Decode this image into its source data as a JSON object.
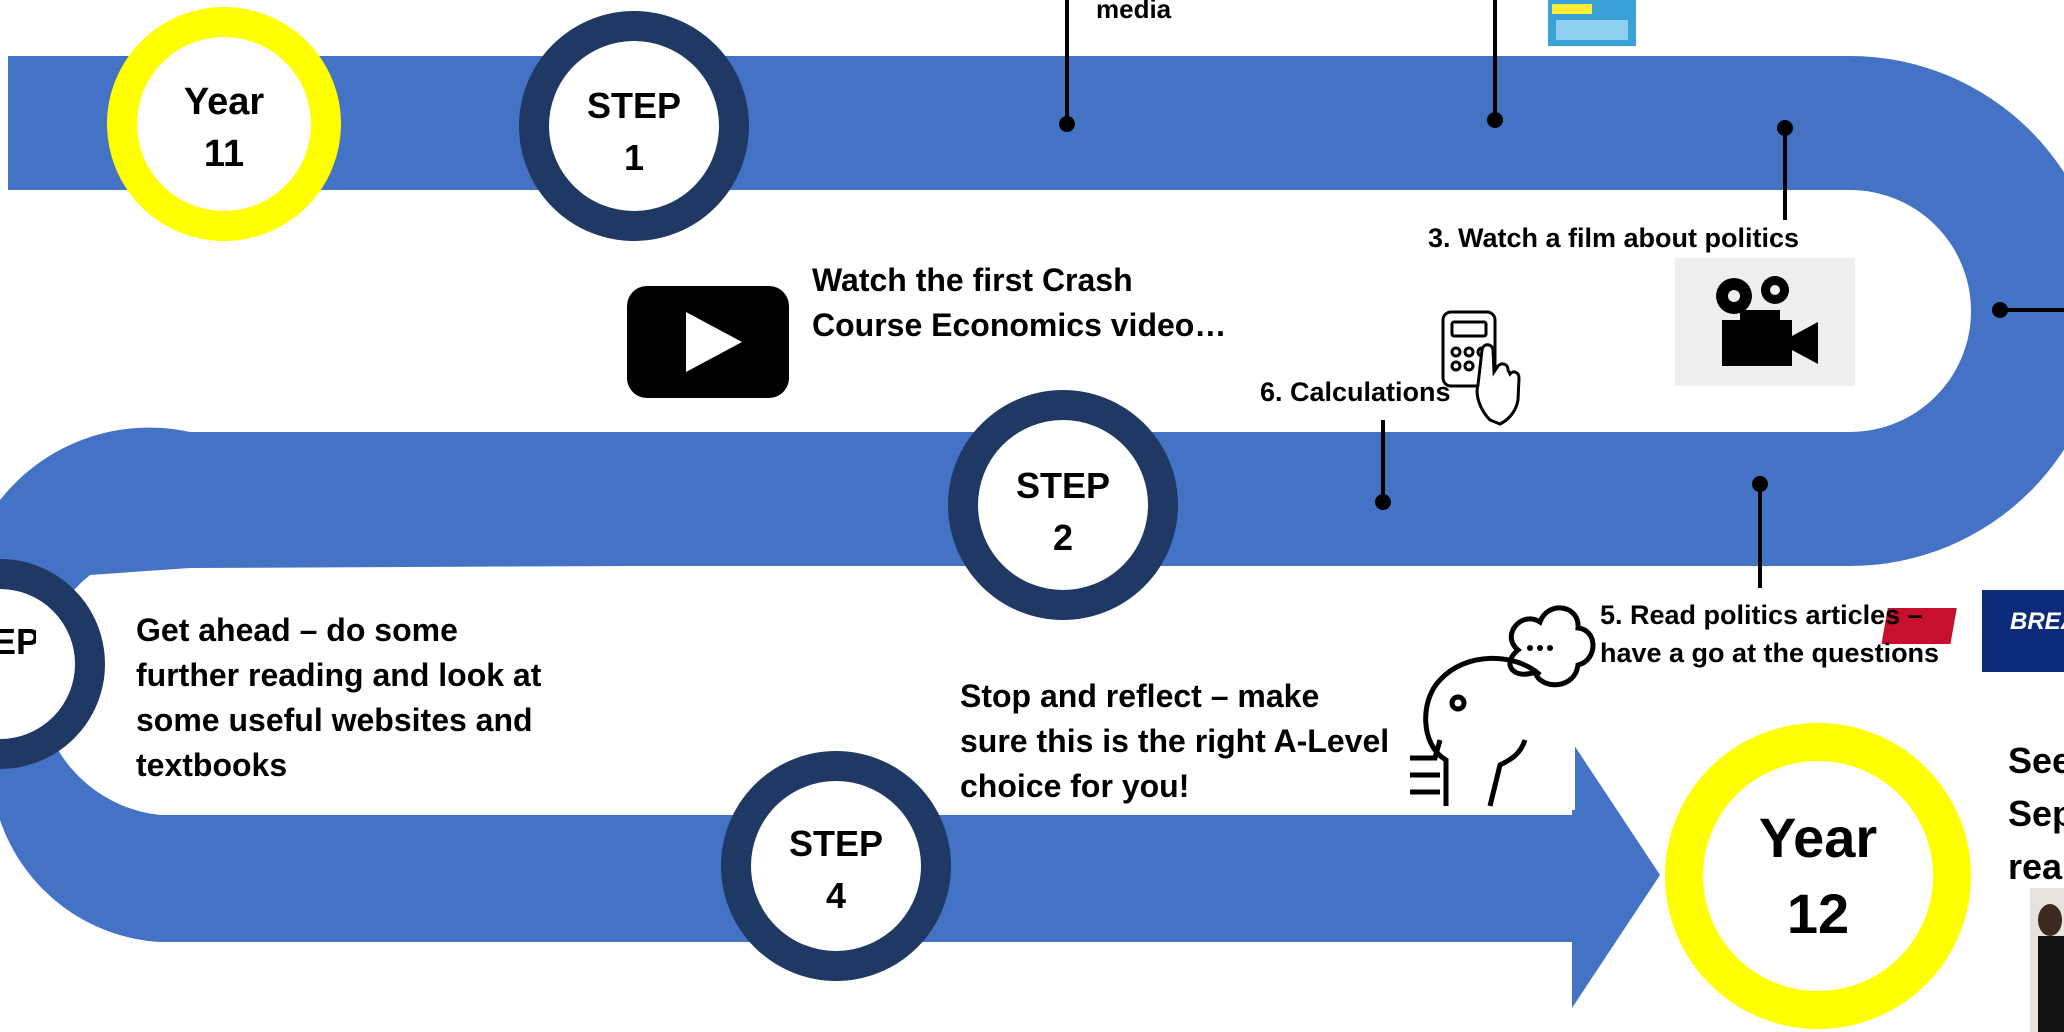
{
  "milestones": {
    "year11": {
      "line1": "Year",
      "line2": "11"
    },
    "year12": {
      "line1": "Year",
      "line2": "12"
    }
  },
  "steps": [
    {
      "line1": "STEP",
      "line2": "1"
    },
    {
      "line1": "STEP",
      "line2": "2"
    },
    {
      "line1": "EP",
      "line2": ""
    },
    {
      "line1": "STEP",
      "line2": "4"
    }
  ],
  "callouts": {
    "media": "media",
    "film": "3. Watch a film about politics",
    "calculations": "6. Calculations",
    "read_line1": "5. Read politics articles –",
    "read_line2": "have a go at the questions",
    "crash_line1": "Watch the first Crash",
    "crash_line2": "Course Economics video…",
    "ahead_line1": "Get ahead – do some",
    "ahead_line2": "further reading and look at",
    "ahead_line3": "some useful websites and",
    "ahead_line4": "textbooks",
    "reflect_line1": "Stop and reflect – make",
    "reflect_line2": "sure this is the right A-Level",
    "reflect_line3": "choice for you!",
    "see_line1": "See",
    "see_line2": "Sep",
    "see_line3": "rea",
    "news_banner": "BREA"
  },
  "colors": {
    "road": "#4472C4",
    "step_ring": "#203864",
    "year_ring": "#FFFF00"
  },
  "icons": [
    "youtube-play-icon",
    "calculator-touch-icon",
    "film-camera-icon",
    "thinking-head-icon",
    "news-banner-icon",
    "person-photo-icon",
    "infographic-thumbnail-icon"
  ]
}
